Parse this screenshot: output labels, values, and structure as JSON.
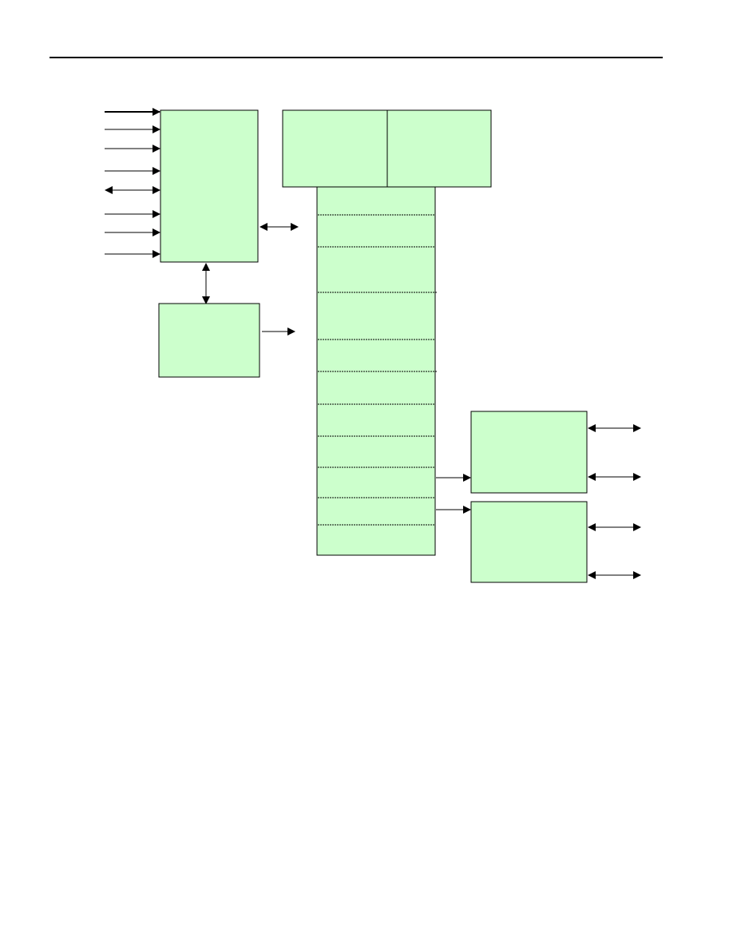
{
  "colors": {
    "block_fill": "#ccffcc",
    "stroke": "#000000",
    "background": "#ffffff"
  },
  "diagram": {
    "blocks": [
      {
        "id": "left-main-block",
        "label": ""
      },
      {
        "id": "left-lower-block",
        "label": ""
      },
      {
        "id": "top-left-block",
        "label": ""
      },
      {
        "id": "top-right-block",
        "label": ""
      },
      {
        "id": "register-stack",
        "label": ""
      },
      {
        "id": "right-upper-block",
        "label": ""
      },
      {
        "id": "right-lower-block",
        "label": ""
      }
    ],
    "register_stack_partition_count": 11,
    "left_inputs": {
      "unidirectional_arrow_count": 7,
      "bidirectional_arrow_count": 1
    },
    "right_outputs": {
      "bidirectional_arrow_count": 4
    }
  }
}
